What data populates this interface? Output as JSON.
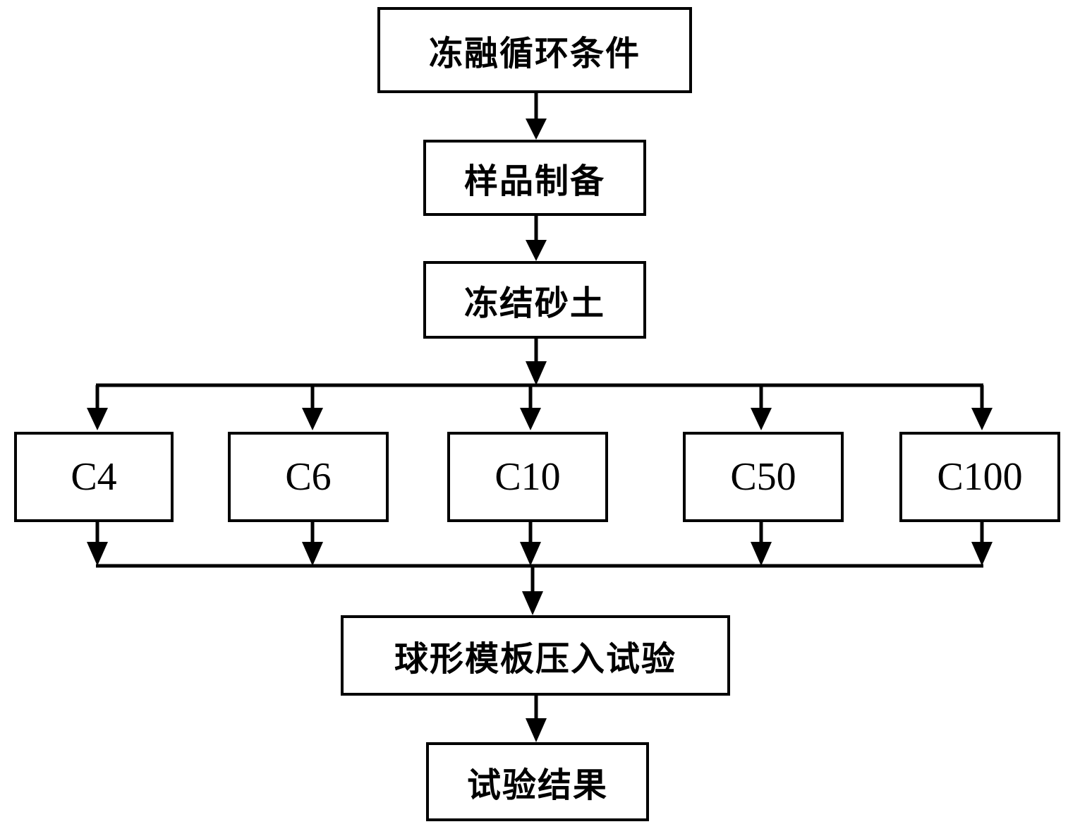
{
  "diagram": {
    "top_nodes": [
      {
        "id": "freeze-thaw-conditions",
        "label": "冻融循环条件"
      },
      {
        "id": "sample-preparation",
        "label": "样品制备"
      },
      {
        "id": "frozen-sand",
        "label": "冻结砂土"
      }
    ],
    "branches": [
      {
        "id": "c4",
        "label": "C4"
      },
      {
        "id": "c6",
        "label": "C6"
      },
      {
        "id": "c10",
        "label": "C10"
      },
      {
        "id": "c50",
        "label": "C50"
      },
      {
        "id": "c100",
        "label": "C100"
      }
    ],
    "bottom_nodes": [
      {
        "id": "spherical-template-indentation-test",
        "label": "球形模板压入试验"
      },
      {
        "id": "test-results",
        "label": "试验结果"
      }
    ],
    "colors": {
      "line": "#000000",
      "box_border": "#000000",
      "background": "#ffffff"
    }
  }
}
